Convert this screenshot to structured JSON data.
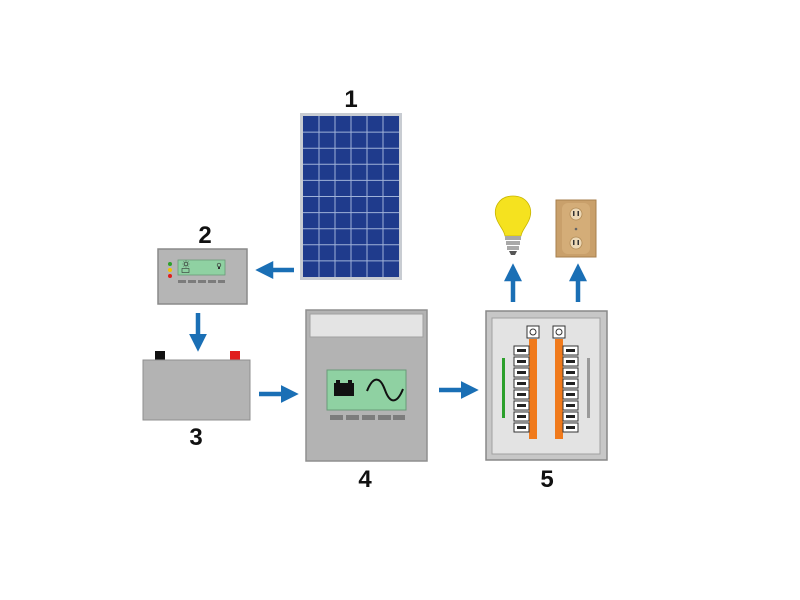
{
  "labels": {
    "solar_panel": "1",
    "charge_controller": "2",
    "battery": "3",
    "inverter": "4",
    "breaker_panel": "5"
  },
  "colors": {
    "arrow": "#1a6fb5",
    "panel_cell": "#1f3b8c",
    "panel_frame": "#c8ccd2",
    "device_gray": "#b3b3b3",
    "display_green": "#8fd1a2",
    "bulb_yellow": "#f5e21f",
    "outlet_tan": "#c9a06b",
    "breaker_orange": "#f07a1c",
    "terminal_red": "#e01e1e"
  },
  "icons": {
    "solar_panel": "solar-panel-icon",
    "charge_controller": "charge-controller-icon",
    "battery": "battery-icon",
    "inverter": "inverter-icon",
    "breaker_panel": "breaker-panel-icon",
    "light_bulb": "light-bulb-icon",
    "outlet": "outlet-icon"
  }
}
